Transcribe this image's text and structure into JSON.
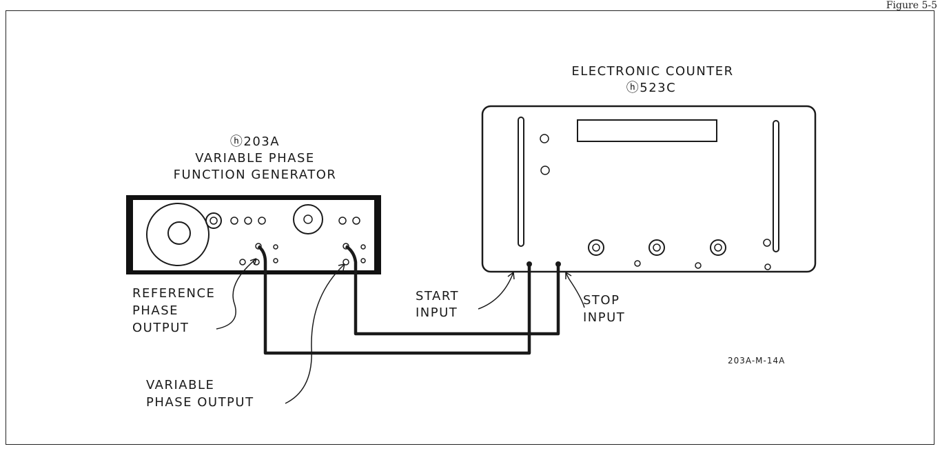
{
  "figure_label": "Figure 5-5",
  "counter": {
    "title": "ELECTRONIC COUNTER",
    "model": "523C"
  },
  "generator": {
    "model": "203A",
    "title_line1": "VARIABLE PHASE",
    "title_line2": "FUNCTION GENERATOR"
  },
  "labels": {
    "reference_line1": "REFERENCE",
    "reference_line2": "PHASE",
    "reference_line3": "OUTPUT",
    "variable_line1": "VARIABLE",
    "variable_line2": "PHASE OUTPUT",
    "start_line1": "START",
    "start_line2": "INPUT",
    "stop_line1": "STOP",
    "stop_line2": "INPUT",
    "drawing_number": "203A-M-14A"
  },
  "logo_glyph": "ⓗ"
}
